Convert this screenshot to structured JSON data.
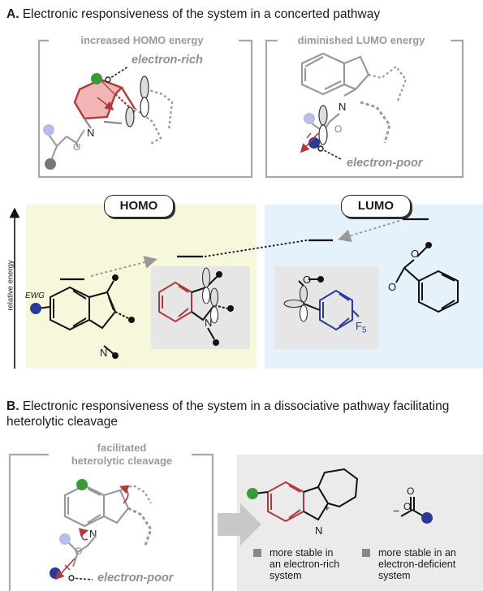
{
  "sectionA": {
    "letter": "A.",
    "title": "Electronic responsiveness of the system in a concerted pathway",
    "left_box_label": "increased HOMO energy",
    "left_box_annotation": "electron-rich",
    "right_box_label": "diminished LUMO energy",
    "right_box_annotation": "electron-poor",
    "homo_label": "HOMO",
    "lumo_label": "LUMO",
    "axis_label": "relative energy",
    "ewg_label": "EWG",
    "n_label": "N",
    "f5_label": "F",
    "f5_sub": "5",
    "o_label": "O"
  },
  "sectionB": {
    "letter": "B.",
    "title_line1": "Electronic responsiveness of the system in a dissociative pathway facilitating",
    "title_line2": "heterolytic cleavage",
    "box_label_line1": "facilitated",
    "box_label_line2": "heterolytic cleavage",
    "annotation": "electron-poor",
    "legend_left": [
      "more stable in",
      "an electron-rich",
      "system"
    ],
    "legend_right": [
      "more stable in an",
      "electron-deficient",
      "system"
    ],
    "plus_sign": "+",
    "minus_sign": "−",
    "n_label": "N",
    "o_label": "O"
  },
  "colors": {
    "homo_panel": "#f7f7dc",
    "lumo_panel": "#e6f2fb",
    "gray_panel": "#ebebeb",
    "red": "#b03a3a",
    "blue": "#2b3a9a",
    "green": "#3a9a3a",
    "light_blue": "#b8bce8"
  }
}
